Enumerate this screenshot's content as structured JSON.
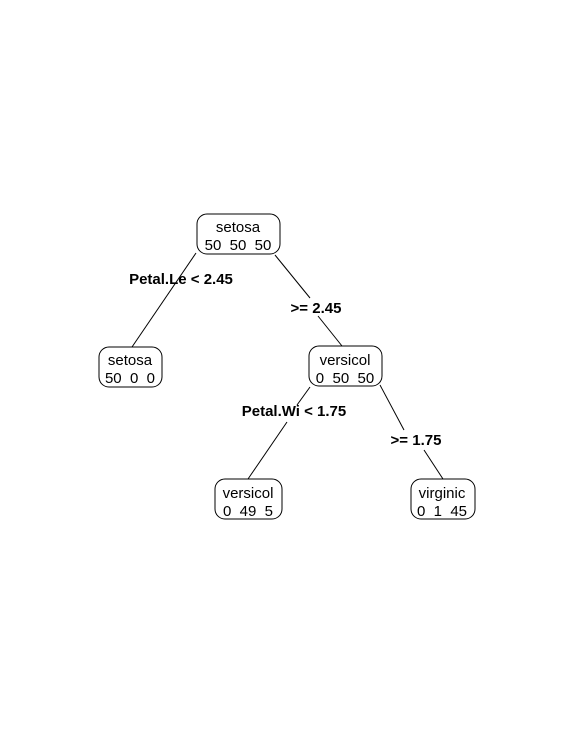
{
  "tree": {
    "nodes": [
      {
        "id": "root",
        "class_label": "setosa",
        "counts": "50  50  50"
      },
      {
        "id": "left",
        "class_label": "setosa",
        "counts": "50  0  0"
      },
      {
        "id": "right",
        "class_label": "versicol",
        "counts": "0  50  50"
      },
      {
        "id": "right-left",
        "class_label": "versicol",
        "counts": "0  49  5"
      },
      {
        "id": "right-right",
        "class_label": "virginic",
        "counts": "0  1  45"
      }
    ],
    "splits": [
      {
        "id": "root-left",
        "label": "Petal.Le < 2.45"
      },
      {
        "id": "root-right",
        "label": ">= 2.45"
      },
      {
        "id": "right-left",
        "label": "Petal.Wi < 1.75"
      },
      {
        "id": "right-right",
        "label": ">= 1.75"
      }
    ]
  }
}
